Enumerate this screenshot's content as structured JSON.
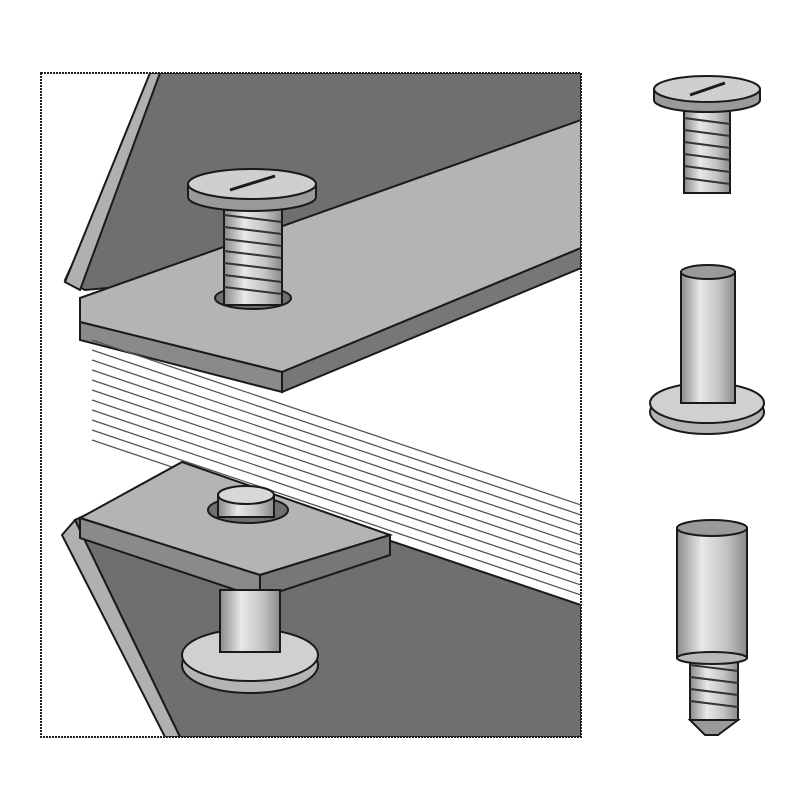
{
  "colors": {
    "background": "#ffffff",
    "dark_plate": "#6f6f6f",
    "light_plate": "#b4b4b4",
    "metal": "#c8c8c8",
    "metal_highlight": "#e6e6e6",
    "outline": "#1a1a1a"
  },
  "parts": [
    "screw",
    "post",
    "extension-post"
  ]
}
